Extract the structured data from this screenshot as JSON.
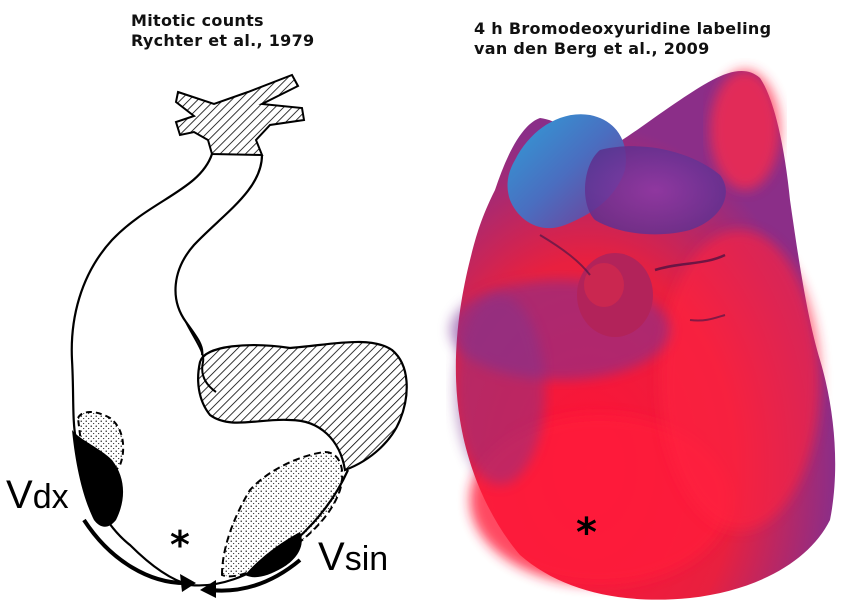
{
  "figure": {
    "left_panel": {
      "title_line1": "Mitotic counts",
      "title_line2": "Rychter et al., 1979",
      "label_right_ventricle_main": "V",
      "label_right_ventricle_sub": "dx",
      "label_left_ventricle_main": "V",
      "label_left_ventricle_sub": "sin",
      "marker": "*"
    },
    "right_panel": {
      "title_line1": "4 h Bromodeoxyuridine labeling",
      "title_line2": "van den Berg et al., 2009",
      "marker": "*"
    },
    "colors": {
      "ink": "#000000",
      "heat_high": "#ff1a3c",
      "heat_mid": "#8a2c8a",
      "heat_low": "#3b7fc0"
    }
  }
}
